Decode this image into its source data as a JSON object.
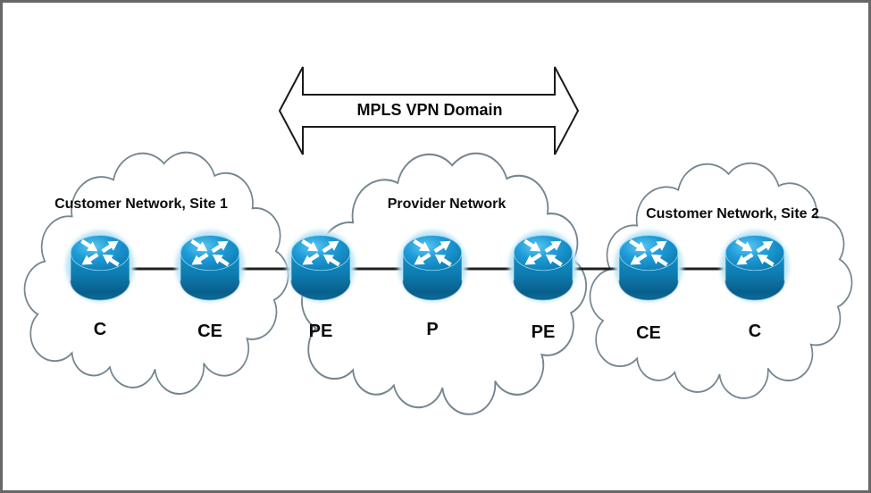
{
  "diagram": {
    "arrow": {
      "label": "MPLS VPN Domain"
    },
    "clouds": [
      {
        "id": "site1",
        "label": "Customer Network, Site 1"
      },
      {
        "id": "provider",
        "label": "Provider Network"
      },
      {
        "id": "site2",
        "label": "Customer Network, Site 2"
      }
    ],
    "routers": [
      {
        "label": "C",
        "cloud": "site1"
      },
      {
        "label": "CE",
        "cloud": "site1"
      },
      {
        "label": "PE",
        "cloud": "provider"
      },
      {
        "label": "P",
        "cloud": "provider"
      },
      {
        "label": "PE",
        "cloud": "provider"
      },
      {
        "label": "CE",
        "cloud": "site2"
      },
      {
        "label": "C",
        "cloud": "site2"
      }
    ],
    "colors": {
      "background": "#ffffff",
      "frame": "#676767",
      "cloud_fill": "#ffffff",
      "cloud_stroke": "#75868f",
      "link_line": "#1f1f1f",
      "arrow_fill": "#ffffff",
      "arrow_stroke": "#1a1a1a",
      "router_top": "#1f9cd8",
      "router_top_highlight": "#55c3ec",
      "router_body": "#0e7cb0",
      "router_body_dark": "#085f8c",
      "router_glow": "#bfe5f6",
      "router_arrows": "#ffffff",
      "text": "#0b0b0b"
    }
  }
}
